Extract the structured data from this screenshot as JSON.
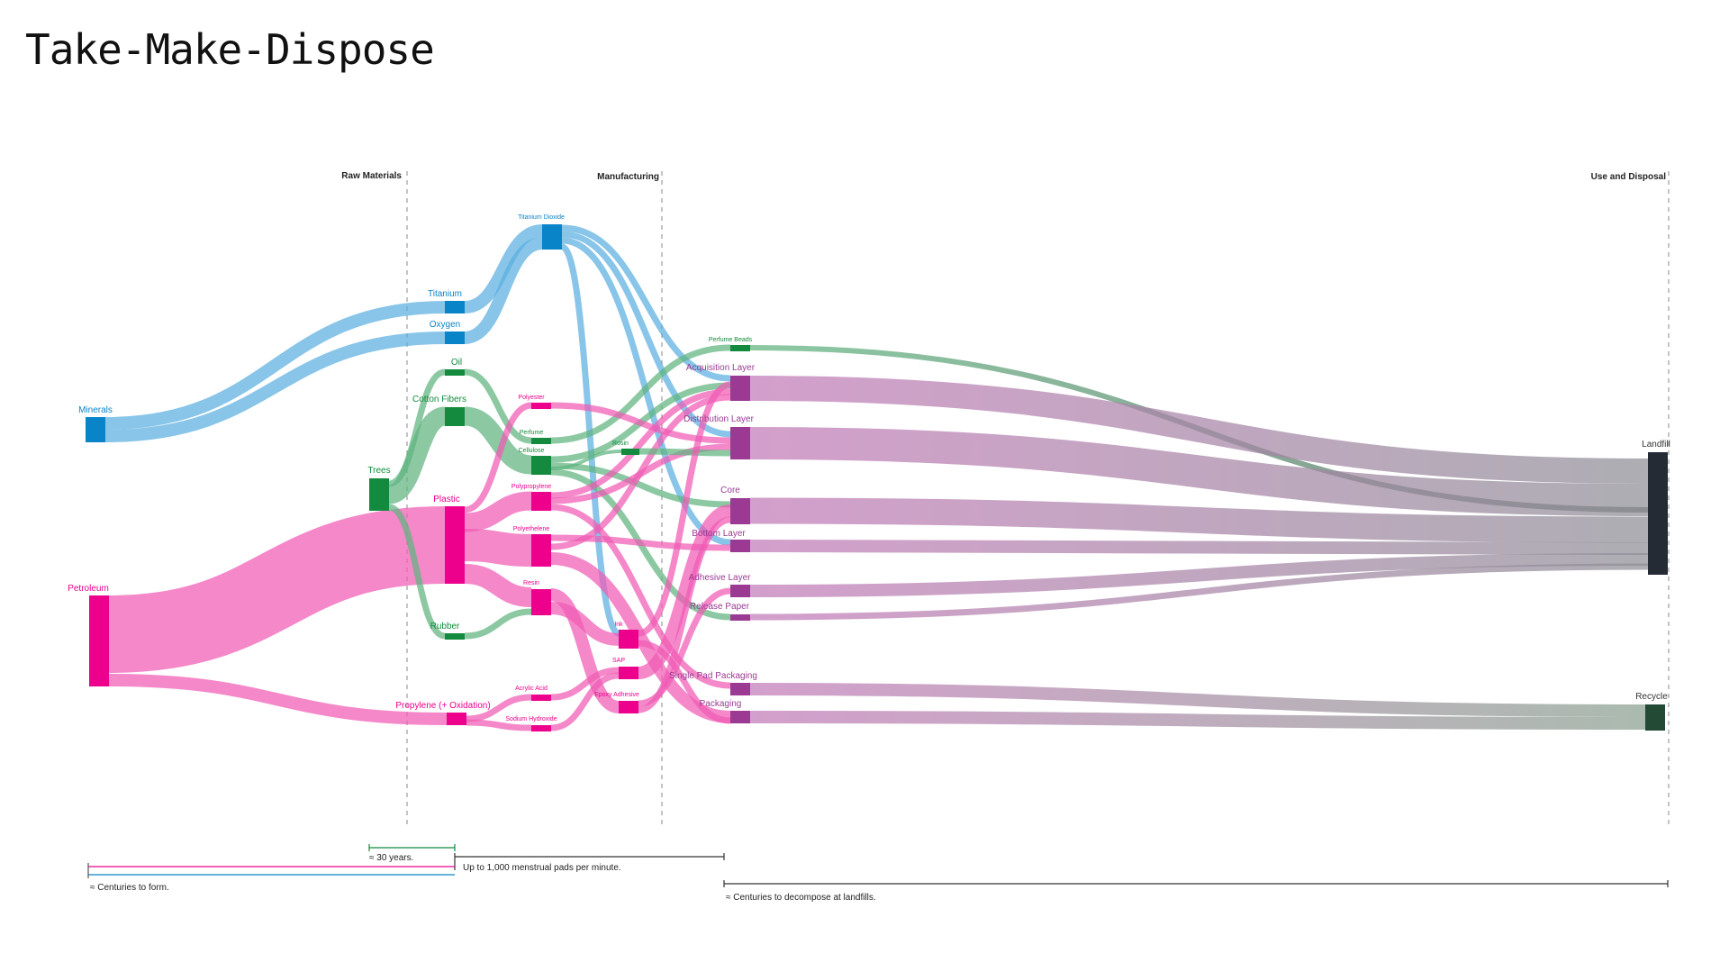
{
  "title": "Take-Make-Dispose",
  "colors": {
    "blue": "#0a84c8",
    "blue_link": "#5aaee0",
    "green": "#138a3d",
    "green_link": "#5fb47f",
    "pink": "#ec008c",
    "pink_link": "#f05ab4",
    "purple": "#9b3a92",
    "purple_link": "#c27ab8",
    "gray_link": "#8e8e96",
    "landfill": "#252b35",
    "recycle": "#234a35"
  },
  "stages": [
    {
      "label": "Raw Materials"
    },
    {
      "label": "Manufacturing"
    },
    {
      "label": "Use and Disposal"
    }
  ],
  "nodes": [
    {
      "id": "minerals",
      "label": "Minerals",
      "color": "blue"
    },
    {
      "id": "petroleum",
      "label": "Petroleum",
      "color": "pink"
    },
    {
      "id": "trees",
      "label": "Trees",
      "color": "green"
    },
    {
      "id": "titanium",
      "label": "Titanium",
      "color": "blue"
    },
    {
      "id": "oxygen",
      "label": "Oxygen",
      "color": "blue"
    },
    {
      "id": "oil",
      "label": "Oil",
      "color": "green"
    },
    {
      "id": "cotton",
      "label": "Cotton Fibers",
      "color": "green"
    },
    {
      "id": "plastic",
      "label": "Plastic",
      "color": "pink"
    },
    {
      "id": "rubber",
      "label": "Rubber",
      "color": "green"
    },
    {
      "id": "propylene",
      "label": "Propylene (+ Oxidation)",
      "color": "pink"
    },
    {
      "id": "tio2",
      "label": "Titanium Dioxide",
      "color": "blue"
    },
    {
      "id": "polyester",
      "label": "Polyester",
      "color": "pink"
    },
    {
      "id": "perfume",
      "label": "Perfume",
      "color": "green"
    },
    {
      "id": "cellulose",
      "label": "Cellulose",
      "color": "green"
    },
    {
      "id": "polypropylene",
      "label": "Polypropylene",
      "color": "pink"
    },
    {
      "id": "polyethylene",
      "label": "Polyethelene",
      "color": "pink"
    },
    {
      "id": "resin",
      "label": "Resin",
      "color": "pink"
    },
    {
      "id": "acrylic",
      "label": "Acrylic Acid",
      "color": "pink"
    },
    {
      "id": "sodium",
      "label": "Sodium Hydroxide",
      "color": "pink"
    },
    {
      "id": "rosin",
      "label": "Rosin",
      "color": "green"
    },
    {
      "id": "ink",
      "label": "Ink",
      "color": "pink"
    },
    {
      "id": "sap",
      "label": "SAP",
      "color": "pink"
    },
    {
      "id": "adhesive",
      "label": "Epoxy Adhesive",
      "color": "pink"
    },
    {
      "id": "beads",
      "label": "Perfume Beads",
      "color": "green"
    },
    {
      "id": "acq",
      "label": "Acquisition Layer",
      "color": "purple"
    },
    {
      "id": "dist",
      "label": "Distribution Layer",
      "color": "purple"
    },
    {
      "id": "core",
      "label": "Core",
      "color": "purple"
    },
    {
      "id": "bottom",
      "label": "Bottom Layer",
      "color": "purple"
    },
    {
      "id": "adhlayer",
      "label": "Adhesive Layer",
      "color": "purple"
    },
    {
      "id": "release",
      "label": "Release Paper",
      "color": "purple"
    },
    {
      "id": "singlepad",
      "label": "Single Pad Packaging",
      "color": "purple"
    },
    {
      "id": "packaging",
      "label": "Packaging",
      "color": "purple"
    },
    {
      "id": "landfill",
      "label": "Landfill",
      "color": "landfill"
    },
    {
      "id": "recycle",
      "label": "Recycle",
      "color": "recycle"
    }
  ],
  "links": [
    {
      "source": "minerals",
      "target": "titanium"
    },
    {
      "source": "minerals",
      "target": "oxygen"
    },
    {
      "source": "titanium",
      "target": "tio2"
    },
    {
      "source": "oxygen",
      "target": "tio2"
    },
    {
      "source": "petroleum",
      "target": "plastic"
    },
    {
      "source": "petroleum",
      "target": "propylene"
    },
    {
      "source": "trees",
      "target": "oil"
    },
    {
      "source": "trees",
      "target": "cotton"
    },
    {
      "source": "trees",
      "target": "rubber"
    },
    {
      "source": "oil",
      "target": "perfume"
    },
    {
      "source": "cotton",
      "target": "cellulose"
    },
    {
      "source": "plastic",
      "target": "polyester"
    },
    {
      "source": "plastic",
      "target": "polypropylene"
    },
    {
      "source": "plastic",
      "target": "polyethylene"
    },
    {
      "source": "plastic",
      "target": "resin"
    },
    {
      "source": "rubber",
      "target": "resin"
    },
    {
      "source": "propylene",
      "target": "acrylic"
    },
    {
      "source": "propylene",
      "target": "sodium"
    },
    {
      "source": "tio2",
      "target": "acq"
    },
    {
      "source": "tio2",
      "target": "dist"
    },
    {
      "source": "tio2",
      "target": "bottom"
    },
    {
      "source": "tio2",
      "target": "ink"
    },
    {
      "source": "perfume",
      "target": "beads"
    },
    {
      "source": "cellulose",
      "target": "acq"
    },
    {
      "source": "cellulose",
      "target": "core"
    },
    {
      "source": "cellulose",
      "target": "rosin"
    },
    {
      "source": "cellulose",
      "target": "release"
    },
    {
      "source": "polyester",
      "target": "dist"
    },
    {
      "source": "polypropylene",
      "target": "acq"
    },
    {
      "source": "polypropylene",
      "target": "dist"
    },
    {
      "source": "polypropylene",
      "target": "singlepad"
    },
    {
      "source": "polyethylene",
      "target": "bottom"
    },
    {
      "source": "polyethylene",
      "target": "acq"
    },
    {
      "source": "polyethylene",
      "target": "packaging"
    },
    {
      "source": "resin",
      "target": "adhesive"
    },
    {
      "source": "resin",
      "target": "ink"
    },
    {
      "source": "acrylic",
      "target": "sap"
    },
    {
      "source": "sodium",
      "target": "sap"
    },
    {
      "source": "rosin",
      "target": "dist"
    },
    {
      "source": "ink",
      "target": "acq"
    },
    {
      "source": "ink",
      "target": "packaging"
    },
    {
      "source": "sap",
      "target": "core"
    },
    {
      "source": "adhesive",
      "target": "adhlayer"
    },
    {
      "source": "adhesive",
      "target": "core"
    },
    {
      "source": "beads",
      "target": "landfill"
    },
    {
      "source": "acq",
      "target": "landfill"
    },
    {
      "source": "dist",
      "target": "landfill"
    },
    {
      "source": "core",
      "target": "landfill"
    },
    {
      "source": "bottom",
      "target": "landfill"
    },
    {
      "source": "adhlayer",
      "target": "landfill"
    },
    {
      "source": "release",
      "target": "landfill"
    },
    {
      "source": "singlepad",
      "target": "recycle"
    },
    {
      "source": "packaging",
      "target": "recycle"
    }
  ],
  "timeline": [
    {
      "label": "≈ 30 years.",
      "color": "green"
    },
    {
      "label": "Up to 1,000 menstrual pads per minute.",
      "color": "dark"
    },
    {
      "label": "≈ Centuries to form.",
      "color": "pink_blue"
    },
    {
      "label": "≈ Centuries to decompose at landfills.",
      "color": "dark"
    }
  ]
}
